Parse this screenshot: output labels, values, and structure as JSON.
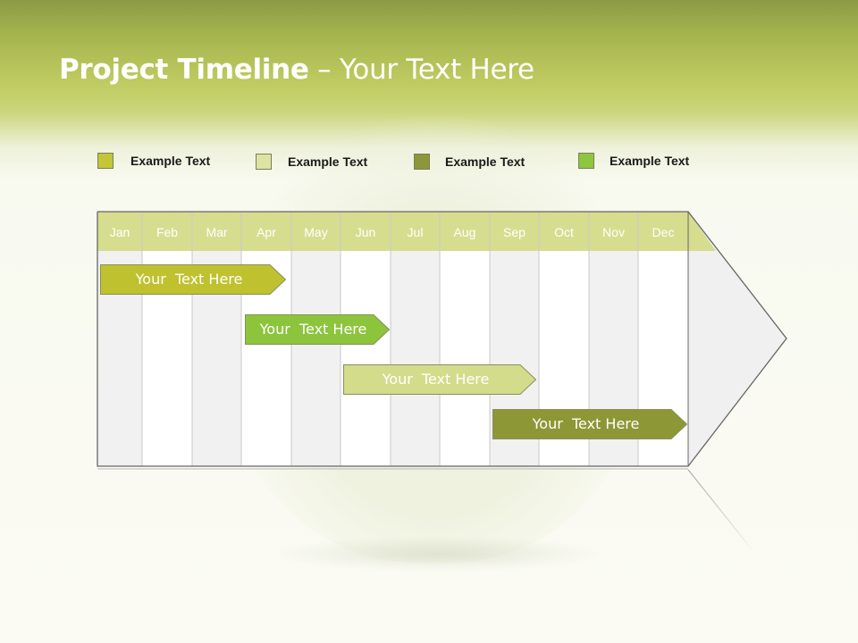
{
  "title": {
    "bold": "Project Timeline",
    "rest": " – Your Text Here"
  },
  "legend": [
    {
      "label": "Example Text",
      "color": "#c3c636"
    },
    {
      "label": "Example Text",
      "color": "#dde3a3"
    },
    {
      "label": "Example Text",
      "color": "#8e963a"
    },
    {
      "label": "Example Text",
      "color": "#8dc63f"
    }
  ],
  "months": [
    "Jan",
    "Feb",
    "Mar",
    "Apr",
    "May",
    "Jun",
    "Jul",
    "Aug",
    "Sep",
    "Oct",
    "Nov",
    "Dec"
  ],
  "colors": {
    "header": "#d6dd8f",
    "col_even": "#f1f1f1",
    "col_odd": "#ffffff",
    "grid_line": "#c9c9c9",
    "frame": "#666666"
  },
  "bars": [
    {
      "label": "Your  Text Here",
      "start_month": "Jan",
      "end_month": "Apr",
      "color": "#bfc12f"
    },
    {
      "label": "Your  Text Here",
      "start_month": "Apr",
      "end_month": "Jun",
      "color": "#8cc43c"
    },
    {
      "label": "Your  Text Here",
      "start_month": "Jun",
      "end_month": "Sep",
      "color": "#d3dc8a"
    },
    {
      "label": "Your  Text Here",
      "start_month": "Sep",
      "end_month": "Dec",
      "color": "#8e9735"
    }
  ]
}
